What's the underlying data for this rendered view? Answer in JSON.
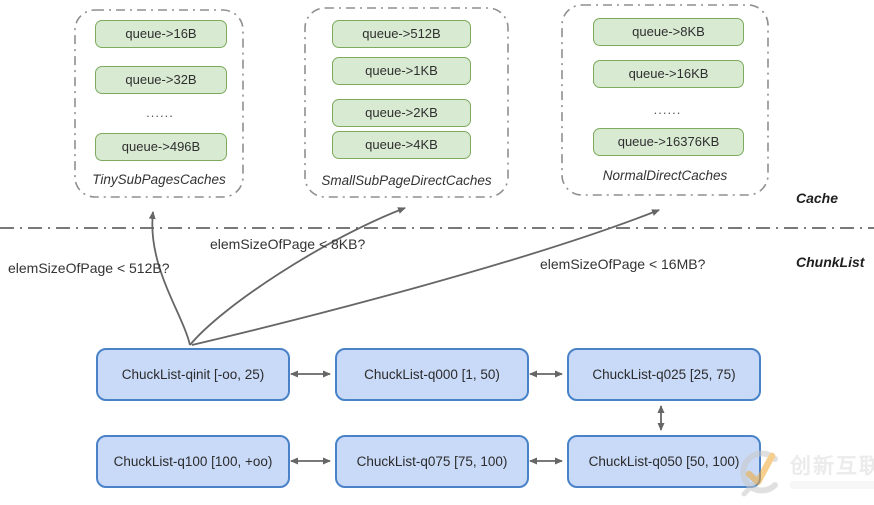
{
  "caches": [
    {
      "label": "TinySubPagesCaches",
      "queues": [
        "queue->16B",
        "queue->32B",
        "......",
        "queue->496B"
      ]
    },
    {
      "label": "SmallSubPageDirectCaches",
      "queues": [
        "queue->512B",
        "queue->1KB",
        "queue->2KB",
        "queue->4KB"
      ]
    },
    {
      "label": "NormalDirectCaches",
      "queues": [
        "queue->8KB",
        "queue->16KB",
        "......",
        "queue->16376KB"
      ]
    }
  ],
  "sections": {
    "cache_label": "Cache",
    "chunklist_label": "ChunkList"
  },
  "conditions": [
    "elemSizeOfPage < 512B?",
    "elemSizeOfPage < 8KB?",
    "elemSizeOfPage < 16MB?"
  ],
  "chunklists": {
    "row1": [
      "ChuckList-qinit [-oo, 25)",
      "ChuckList-q000 [1, 50)",
      "ChuckList-q025 [25, 75)"
    ],
    "row2": [
      "ChuckList-q100 [100, +oo)",
      "ChuckList-q075 [75, 100)",
      "ChuckList-q050 [50, 100)"
    ]
  },
  "watermark": {
    "brand": "创新互联"
  },
  "colors": {
    "queue_fill": "#d9ead3",
    "queue_border": "#7cab5e",
    "chunk_fill": "#c9daf8",
    "chunk_border": "#4a82c8",
    "container_border": "#8f8f8f",
    "divider": "#4d4d4d",
    "arrow": "#666666",
    "watermark_orange": "#f0a832",
    "watermark_gray": "#c8c8c8"
  }
}
